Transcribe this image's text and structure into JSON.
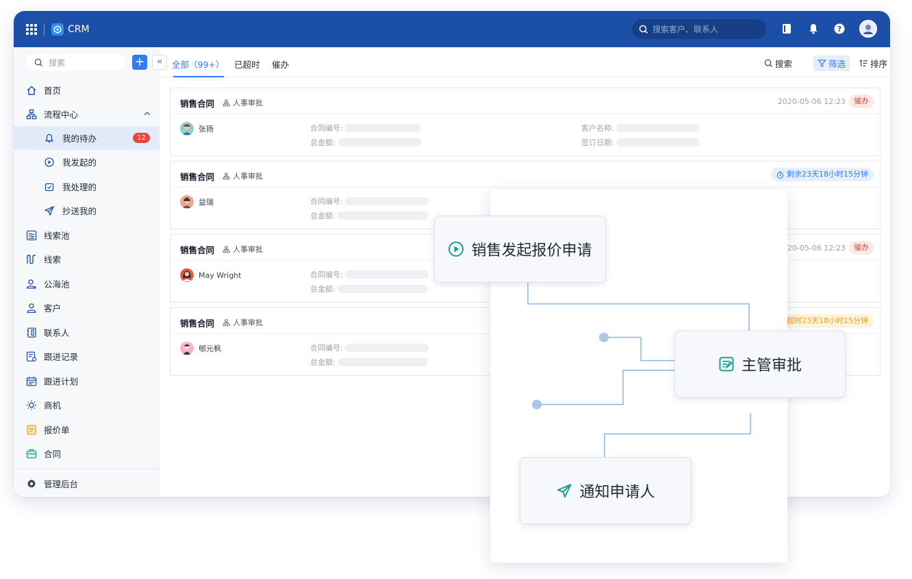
{
  "app": {
    "name": "CRM",
    "search_placeholder": "搜索客户、联系人"
  },
  "sidebar": {
    "search_placeholder": "搜索",
    "add_label": "+",
    "collapse_label": "«",
    "items": [
      {
        "label": "首页"
      },
      {
        "label": "流程中心"
      },
      {
        "label": "我的待办",
        "badge": "12"
      },
      {
        "label": "我发起的"
      },
      {
        "label": "我处理的"
      },
      {
        "label": "抄送我的"
      },
      {
        "label": "线索池"
      },
      {
        "label": "线索"
      },
      {
        "label": "公海池"
      },
      {
        "label": "客户"
      },
      {
        "label": "联系人"
      },
      {
        "label": "跟进记录"
      },
      {
        "label": "跟进计划"
      },
      {
        "label": "商机"
      },
      {
        "label": "报价单"
      },
      {
        "label": "合同"
      }
    ],
    "admin_label": "管理后台"
  },
  "tabs": [
    {
      "label": "全部（99+）"
    },
    {
      "label": "已超时"
    },
    {
      "label": "催办"
    }
  ],
  "toolbar": {
    "search": "搜索",
    "filter": "筛选",
    "sort": "排序"
  },
  "cards": [
    {
      "title": "销售合同",
      "type": "人事审批",
      "date": "2020-05-06 12:23",
      "urge": "催办",
      "person": "张扬",
      "f1": "合同编号:",
      "f2": "总金额:",
      "f3": "客户名称:",
      "f4": "签订日期:"
    },
    {
      "title": "销售合同",
      "type": "人事审批",
      "timer": "剩余23天18小时15分钟",
      "person": "益瑞",
      "f1": "合同编号:",
      "f2": "总金额:"
    },
    {
      "title": "销售合同",
      "type": "人事审批",
      "date": "2020-05-06 12:23",
      "urge": "催办",
      "person": "May Wright",
      "f1": "合同编号:",
      "f2": "总金额:"
    },
    {
      "title": "销售合同",
      "type": "人事审批",
      "timer": "超时23天18小时15分钟",
      "person": "郇元枫",
      "f1": "合同编号:",
      "f2": "总金额:"
    }
  ],
  "flow": {
    "start": "销售发起报价申请",
    "approve": "主管审批",
    "notify": "通知申请人"
  },
  "colors": {
    "brand": "#1c4fa8",
    "accent": "#2f7df6",
    "danger": "#e8463d",
    "warning": "#f2a10e",
    "flow_icon": "#16a38a"
  }
}
